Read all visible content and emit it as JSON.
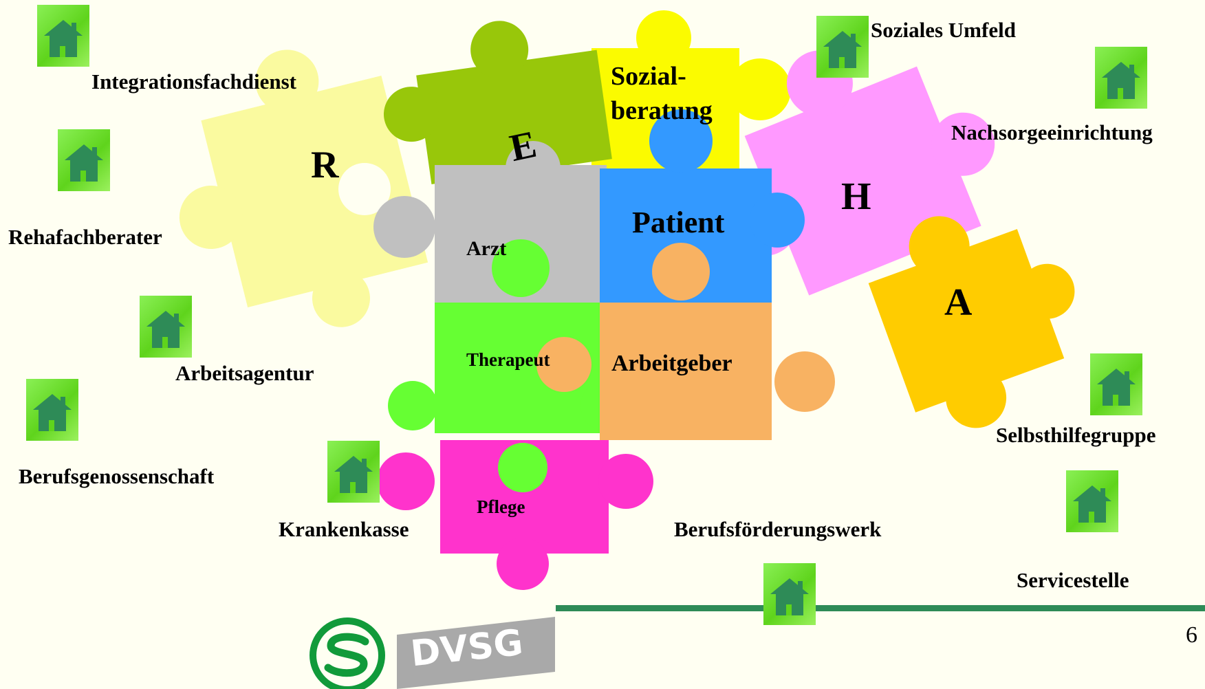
{
  "colors": {
    "background": "#fffff2",
    "icon_green": "#6de02a",
    "house": "#2e8b57",
    "rule_line": "#2e8b57",
    "logo_green": "#119a3a",
    "logo_grey": "#a9a9a9"
  },
  "puzzle": {
    "letters": {
      "r": "R",
      "e": "E",
      "h": "H",
      "a": "A"
    },
    "pieces": {
      "arzt": "Arzt",
      "patient": "Patient",
      "sozialberatung_1": "Sozial-",
      "sozialberatung_2": "beratung",
      "therapeut": "Therapeut",
      "arbeitgeber": "Arbeitgeber",
      "pflege": "Pflege"
    }
  },
  "partners": {
    "integrationsfachdienst": "Integrationsfachdienst",
    "rehafachberater": "Rehafachberater",
    "arbeitsagentur": "Arbeitsagentur",
    "berufsgenossenschaft": "Berufsgenossenschaft",
    "krankenkasse": "Krankenkasse",
    "berufsfoerderungswerk": "Berufsförderungswerk",
    "soziales_umfeld": "Soziales Umfeld",
    "nachsorgeeinrichtung": "Nachsorgeeinrichtung",
    "selbsthilfegruppe": "Selbsthilfegruppe",
    "servicestelle": "Servicestelle"
  },
  "icons": [
    "house-icon"
  ],
  "logo": {
    "text": "DVSG"
  },
  "page_number": "6"
}
